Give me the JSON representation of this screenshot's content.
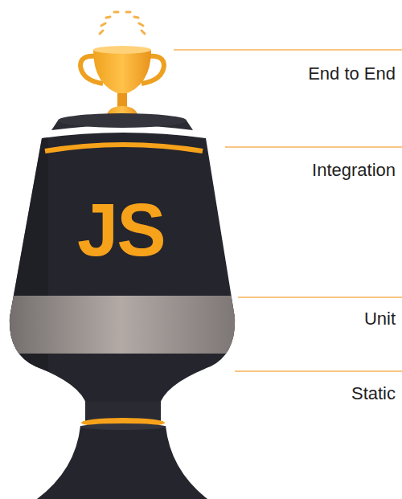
{
  "diagram": {
    "labels": [
      "End to End",
      "Integration",
      "JS",
      "Unit",
      "Static"
    ]
  }
}
